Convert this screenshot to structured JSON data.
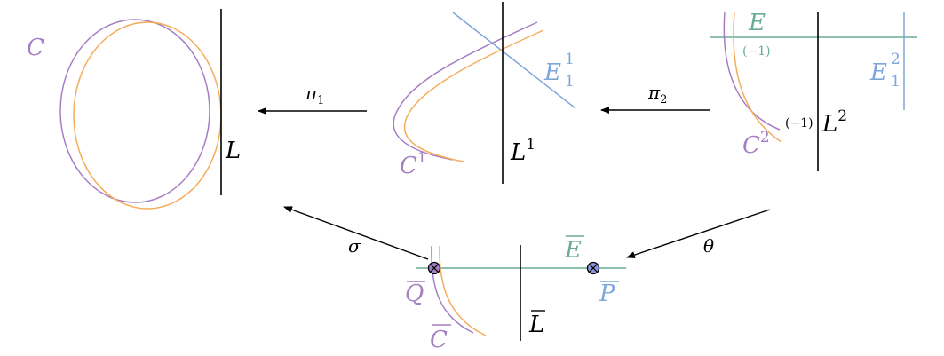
{
  "colors": {
    "purple": "#a57fc4",
    "orange": "#f5ad5c",
    "blue": "#7ea6db",
    "green": "#6aab95",
    "black": "#000000",
    "marker_fill": "#8b98e0"
  },
  "panels": {
    "p1": {
      "curve_label": "C",
      "line_label": "L"
    },
    "p2": {
      "curve_label": "C",
      "curve_sup": "1",
      "exc_label": "E",
      "exc_sub": "1",
      "exc_sup": "1",
      "line_label": "L",
      "line_sup": "1"
    },
    "p3": {
      "exc_label": "E",
      "exc_self_int": "(−1)",
      "exc1_label": "E",
      "exc1_sub": "1",
      "exc1_sup": "2",
      "line_label": "L",
      "line_sup": "2",
      "line_self_int": "(−1)",
      "curve_label": "C",
      "curve_sup": "2"
    },
    "p4": {
      "exc_label": "E",
      "point_q_label": "Q",
      "point_p_label": "P",
      "curve_label": "C",
      "line_label": "L"
    }
  },
  "arrows": {
    "pi1": {
      "label": "π",
      "sub": "1"
    },
    "pi2": {
      "label": "π",
      "sub": "2"
    },
    "sigma": {
      "label": "σ"
    },
    "theta": {
      "label": "θ"
    }
  }
}
